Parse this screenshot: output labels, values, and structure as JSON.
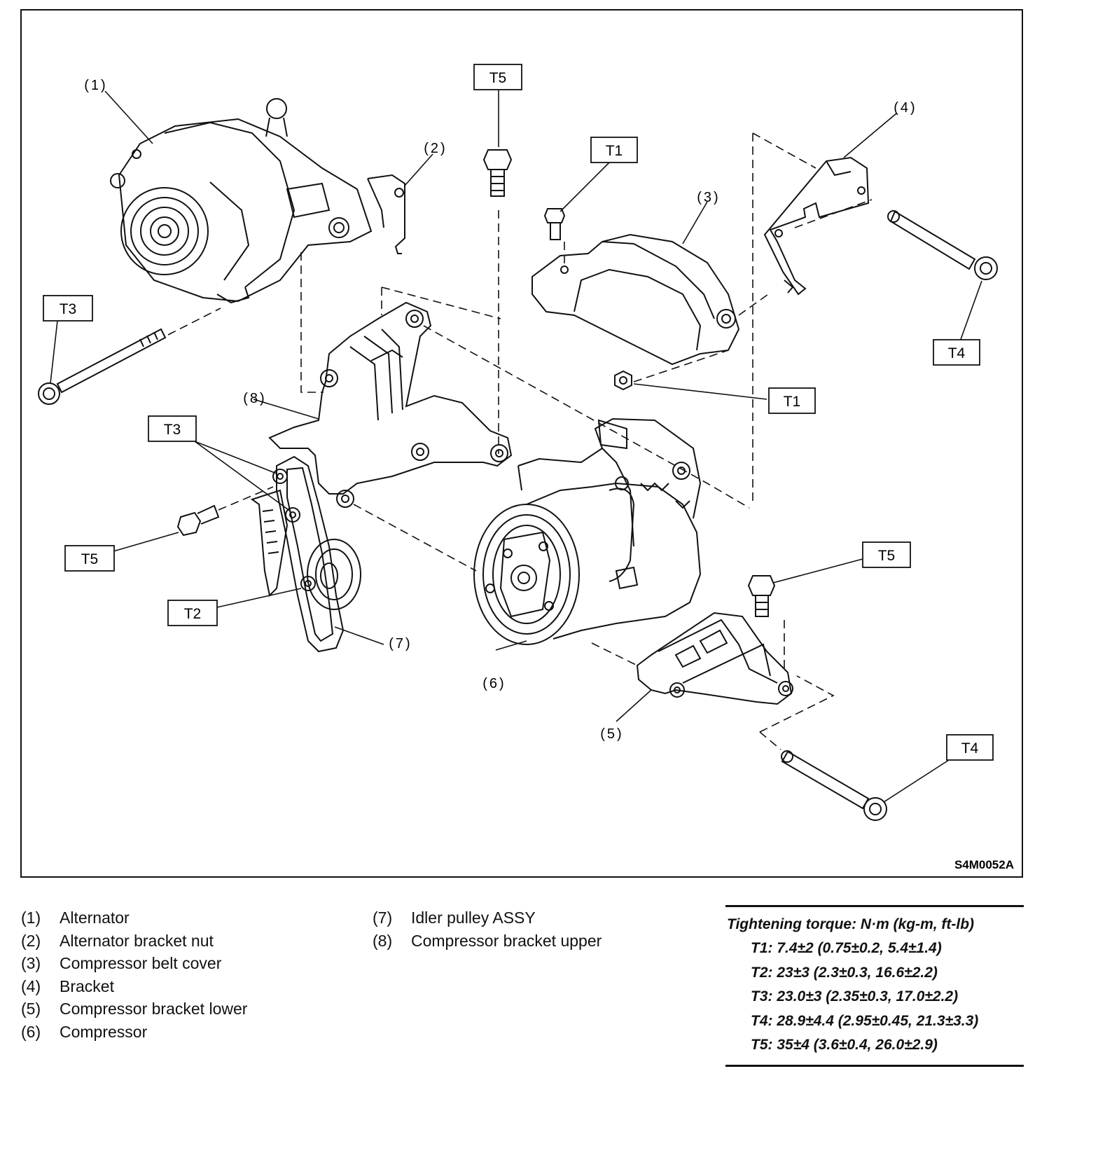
{
  "parts": [
    {
      "number": "(1)",
      "name": "Alternator"
    },
    {
      "number": "(2)",
      "name": "Alternator bracket nut"
    },
    {
      "number": "(3)",
      "name": "Compressor belt cover"
    },
    {
      "number": "(4)",
      "name": "Bracket"
    },
    {
      "number": "(5)",
      "name": "Compressor bracket lower"
    },
    {
      "number": "(6)",
      "name": "Compressor"
    },
    {
      "number": "(7)",
      "name": "Idler pulley ASSY"
    },
    {
      "number": "(8)",
      "name": "Compressor bracket upper"
    }
  ],
  "callouts": {
    "p1": "(1)",
    "p2": "(2)",
    "p3": "(3)",
    "p4": "(4)",
    "p5": "(5)",
    "p6": "(6)",
    "p7": "(7)",
    "p8": "(8)"
  },
  "torque_boxes": {
    "t5_top": "T5",
    "t1_top": "T1",
    "t3_left": "T3",
    "t4_right": "T4",
    "t1_mid": "T1",
    "t3_mid": "T3",
    "t5_left": "T5",
    "t2": "T2",
    "t5_right": "T5",
    "t4_bottom": "T4"
  },
  "figure_code": "S4M0052A",
  "torque": {
    "heading": "Tightening torque: N·m (kg-m, ft-lb)",
    "rows": [
      "T1: 7.4±2 (0.75±0.2, 5.4±1.4)",
      "T2: 23±3 (2.3±0.3, 16.6±2.2)",
      "T3: 23.0±3 (2.35±0.3, 17.0±2.2)",
      "T4: 28.9±4.4 (2.95±0.45, 21.3±3.3)",
      "T5: 35±4 (3.6±0.4, 26.0±2.9)"
    ]
  }
}
